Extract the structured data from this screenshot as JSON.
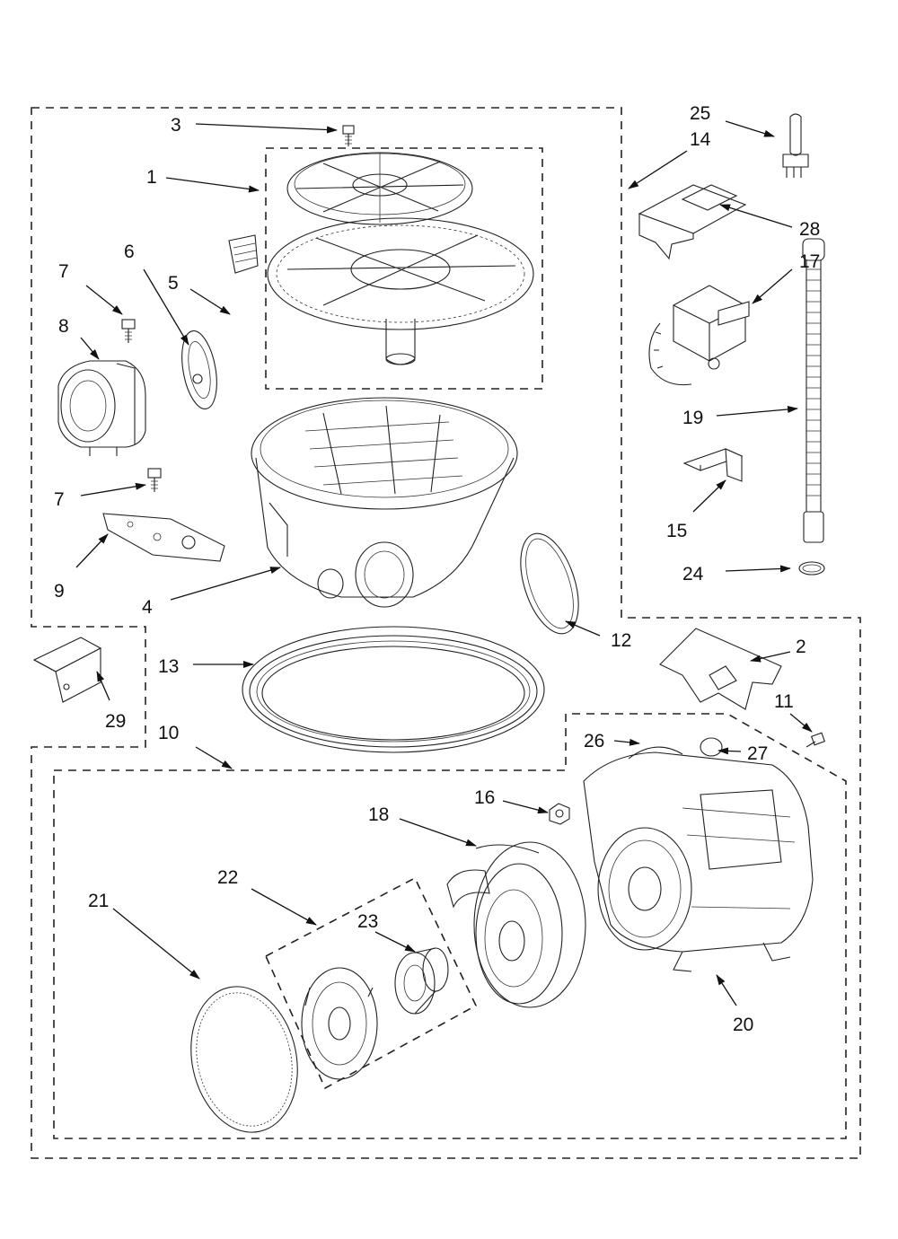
{
  "diagram": {
    "labels": [
      "1",
      "2",
      "3",
      "4",
      "5",
      "6",
      "7",
      "7",
      "8",
      "9",
      "10",
      "11",
      "12",
      "13",
      "14",
      "15",
      "16",
      "17",
      "18",
      "19",
      "20",
      "21",
      "22",
      "23",
      "24",
      "25",
      "26",
      "27",
      "28",
      "29"
    ]
  }
}
